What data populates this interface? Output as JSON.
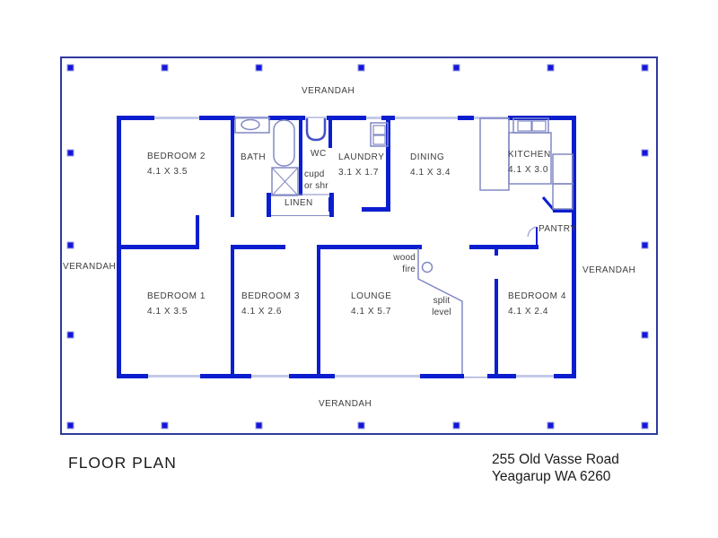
{
  "title": "FLOOR PLAN",
  "address": {
    "line1": "255 Old Vasse Road",
    "line2": "Yeagarup WA 6260"
  },
  "verandah": {
    "top": "VERANDAH",
    "left": "VERANDAH",
    "right": "VERANDAH",
    "bottom": "VERANDAH"
  },
  "rooms": {
    "bedroom2": {
      "name": "BEDROOM 2",
      "dims": "4.1 X 3.5"
    },
    "bath": {
      "name": "BATH"
    },
    "wc": {
      "name": "WC"
    },
    "laundry": {
      "name": "LAUNDRY",
      "dims": "3.1 X 1.7"
    },
    "dining": {
      "name": "DINING",
      "dims": "4.1 X 3.4"
    },
    "kitchen": {
      "name": "KITCHEN",
      "dims": "4.1 X 3.0"
    },
    "pantry": {
      "name": "PANTRY"
    },
    "linen": {
      "name": "LINEN"
    },
    "cupd_or_shr": {
      "line1": "cupd",
      "line2": "or shr"
    },
    "bedroom1": {
      "name": "BEDROOM 1",
      "dims": "4.1 X 3.5"
    },
    "bedroom3": {
      "name": "BEDROOM 3",
      "dims": "4.1 X 2.6"
    },
    "lounge": {
      "name": "LOUNGE",
      "dims": "4.1 X 5.7"
    },
    "bedroom4": {
      "name": "BEDROOM 4",
      "dims": "4.1 X 2.4"
    },
    "wood_fire": {
      "line1": "wood",
      "line2": "fire"
    },
    "split_level": {
      "line1": "split",
      "line2": "level"
    }
  },
  "colors": {
    "wall_blue": "#0b1ecf",
    "post_blue": "#1515dd",
    "verandah_border_blue": "#2e3a9e",
    "fixture_blue": "#8289c4",
    "window_fill": "#c3c9e8",
    "text_gray": "#3d3d3d"
  }
}
